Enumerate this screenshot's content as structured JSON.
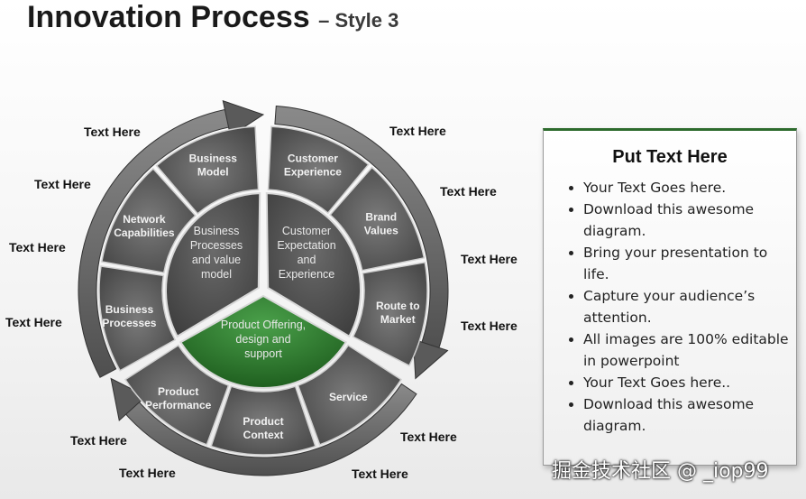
{
  "title": {
    "main": "Innovation Process",
    "sub": "– Style 3"
  },
  "colors": {
    "dark_gray": "#555555",
    "mid_gray": "#6e6e6e",
    "light_gray": "#8a8a8a",
    "green_accent": "#2d7a2d",
    "panel_border": "#2d6b2d"
  },
  "diagram": {
    "outer_labels": [
      "Text Here",
      "Text Here",
      "Text Here",
      "Text Here",
      "Text Here",
      "Text Here",
      "Text Here",
      "Text Here",
      "Text Here",
      "Text Here",
      "Text Here",
      "Text Here"
    ],
    "sections": [
      {
        "inner": [
          "Business",
          "Processes",
          "and value",
          "model"
        ],
        "segments": [
          {
            "line1": "Business",
            "line2": "Model"
          },
          {
            "line1": "Network",
            "line2": "Capabilities"
          },
          {
            "line1": "Business",
            "line2": "Processes"
          }
        ]
      },
      {
        "inner": [
          "Customer",
          "Expectation",
          "and",
          "Experience"
        ],
        "segments": [
          {
            "line1": "Customer",
            "line2": "Experience"
          },
          {
            "line1": "Brand",
            "line2": "Values"
          },
          {
            "line1": "Route to",
            "line2": "Market"
          }
        ]
      },
      {
        "inner": [
          "Product Offering,",
          "design and",
          "support"
        ],
        "segments": [
          {
            "line1": "Service",
            "line2": ""
          },
          {
            "line1": "Product",
            "line2": "Context"
          },
          {
            "line1": "Product",
            "line2": "Performance"
          }
        ]
      }
    ]
  },
  "panel": {
    "title": "Put Text Here",
    "bullets": [
      "Your Text Goes here.",
      "Download this awesome diagram.",
      "Bring your presentation to life.",
      "Capture your audience’s attention.",
      "All images are 100% editable in powerpoint",
      "Your Text Goes here..",
      "Download this awesome diagram."
    ]
  },
  "watermark": "掘金技术社区 @ _iop99"
}
